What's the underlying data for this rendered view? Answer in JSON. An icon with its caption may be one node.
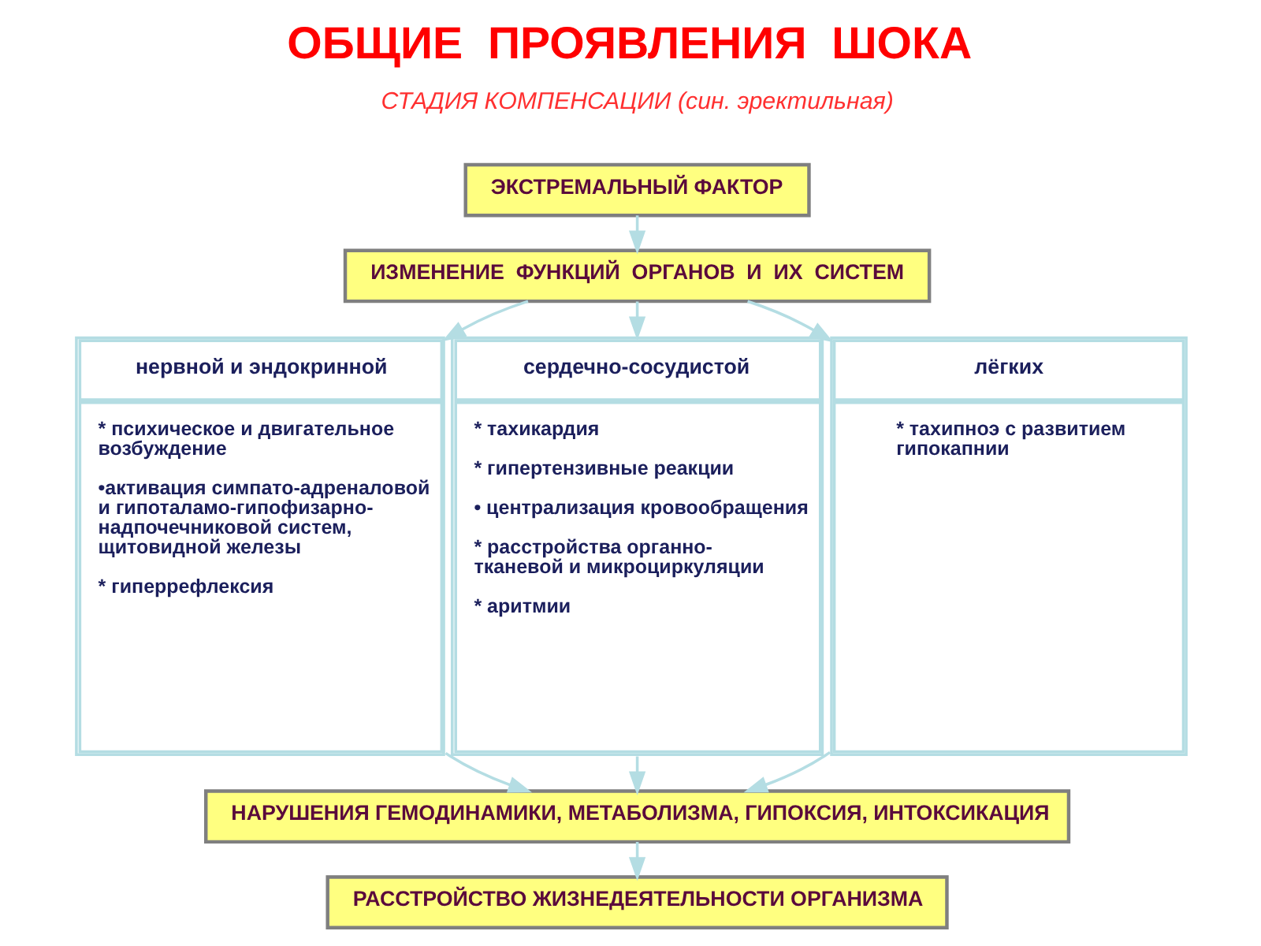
{
  "diagram": {
    "title": "ОБЩИЕ  ПРОЯВЛЕНИЯ  ШОКА",
    "nodes": [
      {
        "text": [
          "ЭКСТРЕМАЛЬНЫЙ ФАКТОР"
        ]
      },
      {
        "text": [
          "ИЗМЕНЕНИЕ  ФУНКЦИЙ  ОРГАНОВ  И  ИХ  СИСТЕМ"
        ]
      },
      {
        "text": [
          "нервной и эндокринной",
          "* психическое и двигательное возбуждение",
          "•активация симпато-адреналовой и гипоталамо-гипофизарно-надпочечниковой систем, щитовидной железы",
          "* гиперрефлексия"
        ]
      },
      {
        "text": [
          "сердечно-сосудистой",
          "* тахикардия",
          "* гипертензивные реакции",
          "• централизация кровообращения",
          "* расстройства органно-тканевой и микроциркуляции",
          "* аритмии"
        ]
      },
      {
        "text": [
          "лёгких",
          "* тахипноэ с развитием гипокапнии"
        ]
      },
      {
        "text": [
          "НАРУШЕНИЯ ГЕМОДИНАМИКИ, МЕТАБОЛИЗМА, ГИПОКСИЯ, ИНТОКСИКАЦИЯ"
        ]
      },
      {
        "text": [
          "РАССТРОЙСТВО ЖИЗНЕДЕЯТЕЛЬНОСТИ ОРГАНИЗМА"
        ]
      }
    ],
    "edges": [
      {
        "from": 0,
        "to": 1,
        "arrow": "to"
      },
      {
        "from": 1,
        "to": 2,
        "arrow": "to"
      },
      {
        "from": 1,
        "to": 3,
        "arrow": "to"
      },
      {
        "from": 1,
        "to": 4,
        "arrow": "to"
      },
      {
        "from": 2,
        "to": 5,
        "arrow": "to"
      },
      {
        "from": 3,
        "to": 5,
        "arrow": "to"
      },
      {
        "from": 4,
        "to": 5,
        "arrow": "to"
      },
      {
        "from": 5,
        "to": 6,
        "arrow": "to"
      }
    ],
    "labels": [
      "СТАДИЯ КОМПЕНСАЦИИ (син. эректильная)"
    ]
  }
}
